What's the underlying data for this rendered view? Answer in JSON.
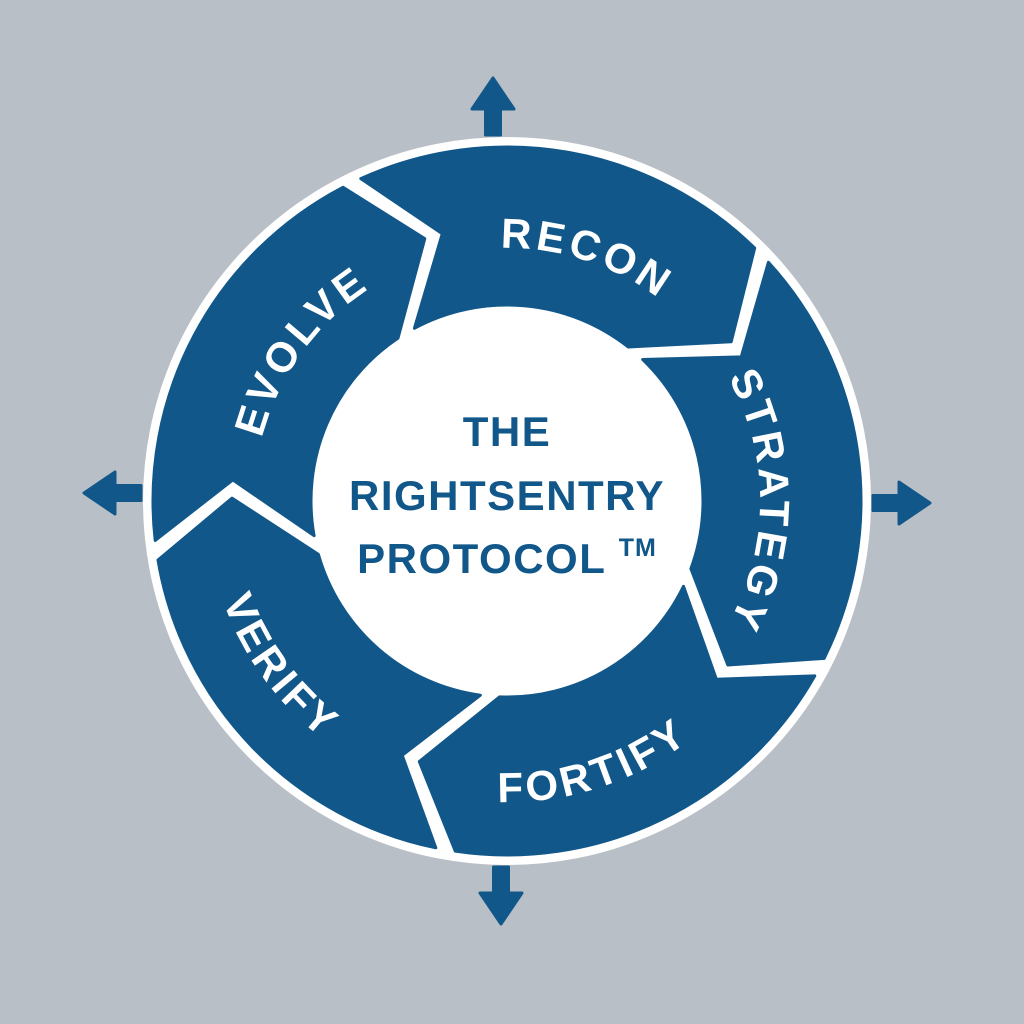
{
  "background_color": "#b8bfc6",
  "wheel": {
    "ring_color": "#11578a",
    "rim_color": "#ffffff",
    "label_color": "#ffffff",
    "center_text_color": "#11578a",
    "center_title_lines": [
      "THE",
      "RIGHTSENTRY",
      "PROTOCOL"
    ],
    "trademark_symbol": "TM",
    "segments": [
      {
        "label": "RECON"
      },
      {
        "label": "STRATEGY"
      },
      {
        "label": "FORTIFY"
      },
      {
        "label": "VERIFY"
      },
      {
        "label": "EVOLVE"
      }
    ]
  },
  "arrows": [
    {
      "name": "arrow-up-icon",
      "direction": "up"
    },
    {
      "name": "arrow-right-icon",
      "direction": "right"
    },
    {
      "name": "arrow-down-icon",
      "direction": "down"
    },
    {
      "name": "arrow-left-icon",
      "direction": "left"
    }
  ],
  "arrow_color": "#11578a"
}
